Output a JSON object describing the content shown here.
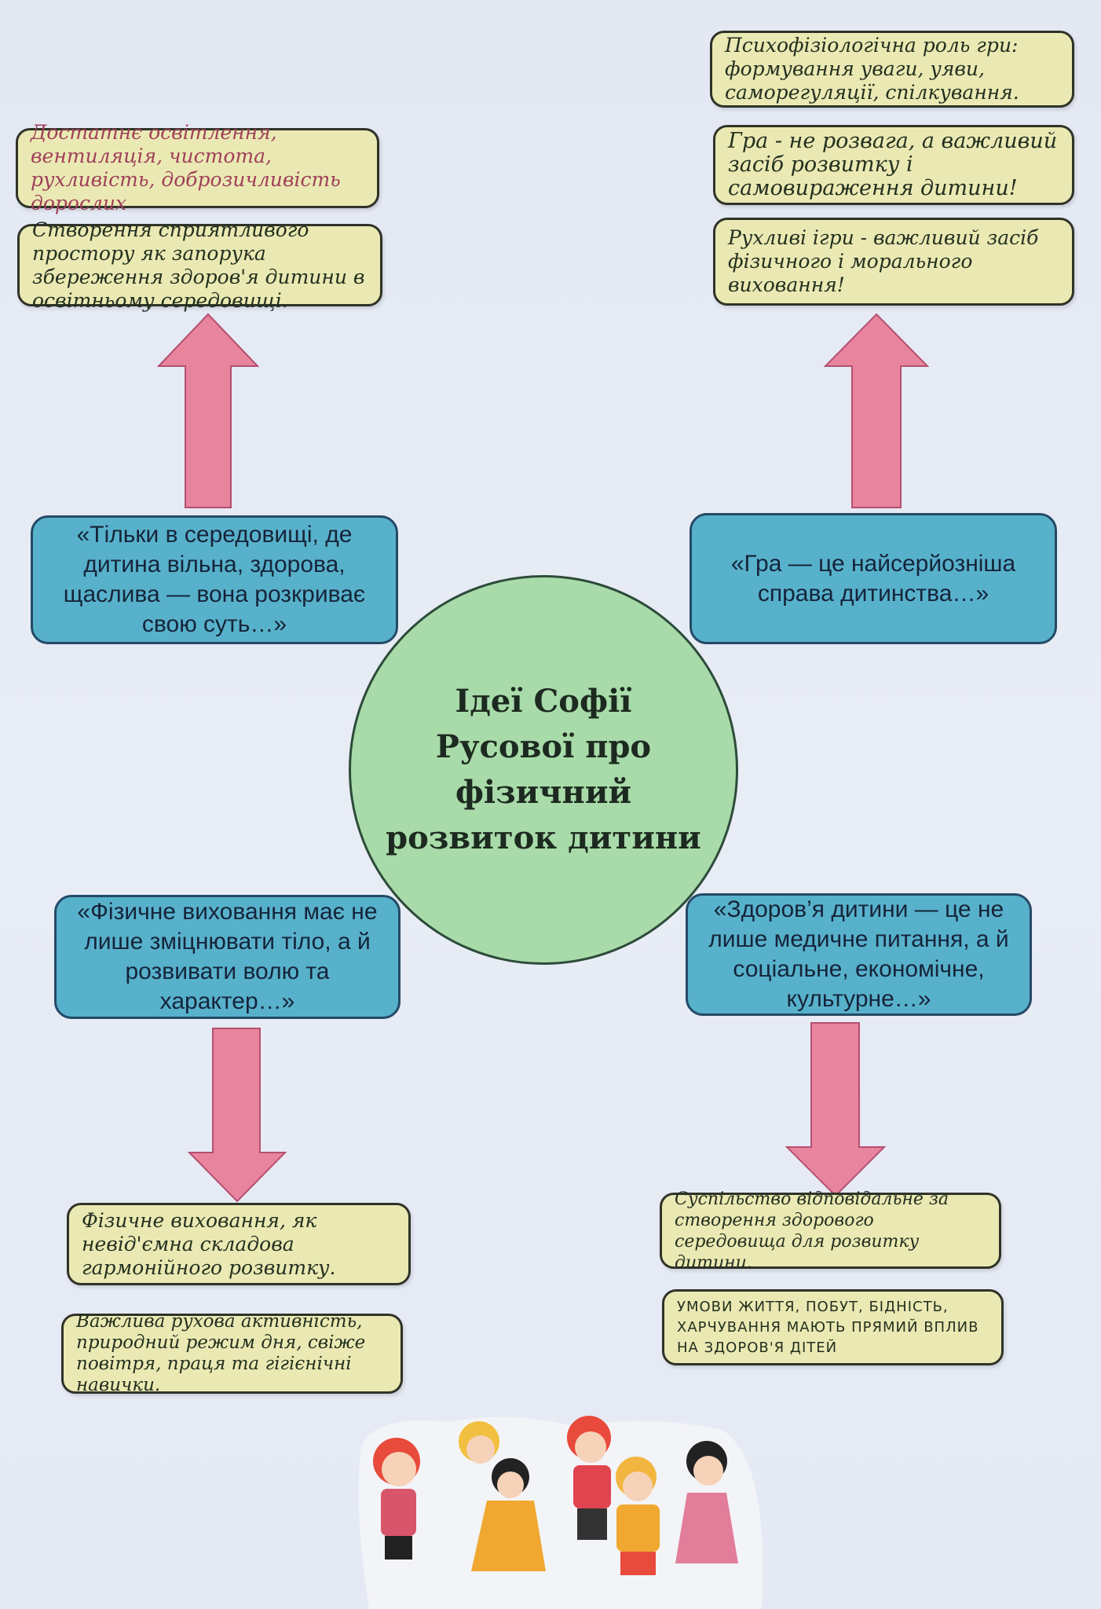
{
  "center": {
    "title": "Ідеї Софії Русової про фізичний розвиток дитини"
  },
  "quotes": {
    "top_left": "«Тільки в середовищі, де дитина вільна, здорова, щаслива — вона розкриває свою суть…»",
    "top_right": "«Гра — це найсерйозніша справа дитинства…»",
    "bottom_left": "«Фізичне виховання має не лише зміцнювати тіло, а й розвивати волю та характер…»",
    "bottom_right": "«Здоров’я дитини — це не лише медичне питання, а й соціальне, економічне, культурне…»"
  },
  "notes": {
    "top_left": [
      "Достатнє освітлення, вентиляція, чистота, рухливість, доброзичливість дорослих",
      "Створення сприятливого простору як запорука збереження здоров'я дитини в освітньому середовищі."
    ],
    "top_right": [
      "Психофізіологічна роль гри: формування уваги, уяви, саморегуляції, спілкування.",
      "Гра - не розвага, а важливий засіб розвитку і самовираження дитини!",
      "Рухливі ігри - важливий засіб фізичного і морального виховання!"
    ],
    "bottom_left": [
      "Фізичне виховання, як невід'ємна складова гармонійного розвитку.",
      "Важлива рухова активність, природний режим дня, свіже повітря, праця та гігієнічні навички."
    ],
    "bottom_right": [
      "Суспільство відповідальне за створення здорового середовища для розвитку дитини.",
      "Умови життя, побут, бідність, харчування мають прямий вплив на здоров'я дітей"
    ]
  },
  "colors": {
    "quote_bg": "#58b1cb",
    "arrow": "#e9849e",
    "circle": "#a8dba9",
    "note_bg": "#ebe9b3"
  }
}
